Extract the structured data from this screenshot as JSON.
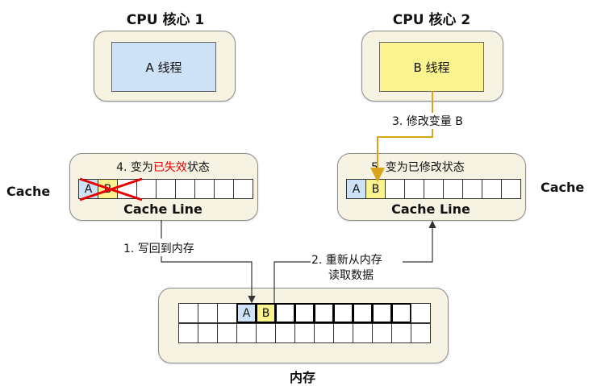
{
  "cpu1": {
    "title": "CPU 核心 1",
    "thread": "A 线程",
    "thread_color": "#cde2f7"
  },
  "cpu2": {
    "title": "CPU 核心 2",
    "thread": "B 线程",
    "thread_color": "#fbf38e"
  },
  "side_labels": {
    "left": "Cache",
    "right": "Cache"
  },
  "cache1": {
    "status_prefix": "4. 变为",
    "status_highlight": "已失效",
    "status_suffix": "状态",
    "highlight_color": "#e60000",
    "line_label": "Cache Line",
    "cells": [
      "A",
      "B",
      "",
      "",
      "",
      "",
      "",
      "",
      ""
    ]
  },
  "cache2": {
    "status": "5. 变为已修改状态",
    "line_label": "Cache Line",
    "cells": [
      "A",
      "B",
      "",
      "",
      "",
      "",
      "",
      "",
      ""
    ]
  },
  "memory": {
    "label": "内存",
    "row1": [
      "",
      "",
      "",
      "A",
      "B",
      "",
      "",
      "",
      "",
      "",
      "",
      "",
      ""
    ],
    "row2": [
      "",
      "",
      "",
      "",
      "",
      "",
      "",
      "",
      "",
      "",
      "",
      "",
      ""
    ]
  },
  "steps": {
    "s1": "1. 写回到内存",
    "s2_line1": "2. 重新从内存",
    "s2_line2": "读取数据",
    "s3": "3. 修改变量 B"
  },
  "colors": {
    "cell_a": "#cde2f7",
    "cell_b": "#fbf38e",
    "arrow_orange": "#d9a31a"
  }
}
